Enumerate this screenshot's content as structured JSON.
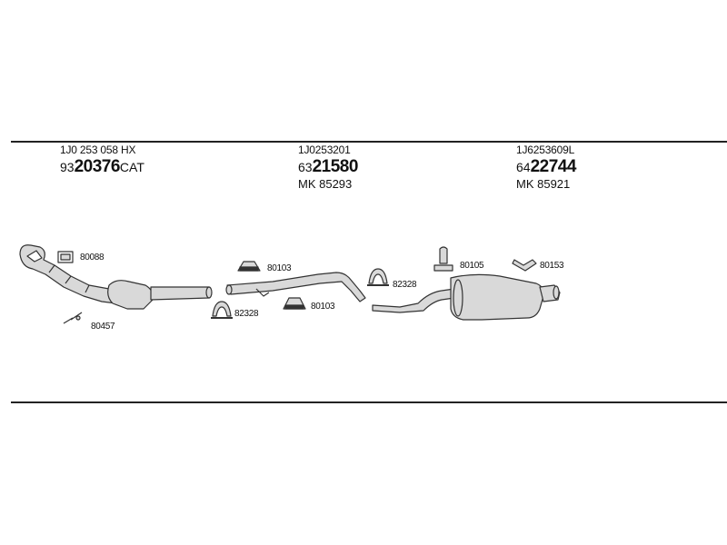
{
  "groups": [
    {
      "oe_number": "1J0 253 058 HX",
      "part_prefix": "93",
      "part_main": "20376",
      "part_suffix": "CAT",
      "mk": ""
    },
    {
      "oe_number": "1J0253201",
      "part_prefix": "63",
      "part_main": "21580",
      "part_suffix": "",
      "mk": "MK  85293"
    },
    {
      "oe_number": "1J6253609L",
      "part_prefix": "64",
      "part_main": "22744",
      "part_suffix": "",
      "mk": "MK  85921"
    }
  ],
  "parts": {
    "gasket_front": "80088",
    "bolts": "80457",
    "clamp_left": "82328",
    "mount_upper": "80103",
    "mount_lower": "80103",
    "clamp_right": "82328",
    "rubber_hanger": "80105",
    "bracket": "80153"
  },
  "colors": {
    "line": "#222222",
    "part_fill": "#d9d9d9",
    "part_stroke": "#333333"
  }
}
